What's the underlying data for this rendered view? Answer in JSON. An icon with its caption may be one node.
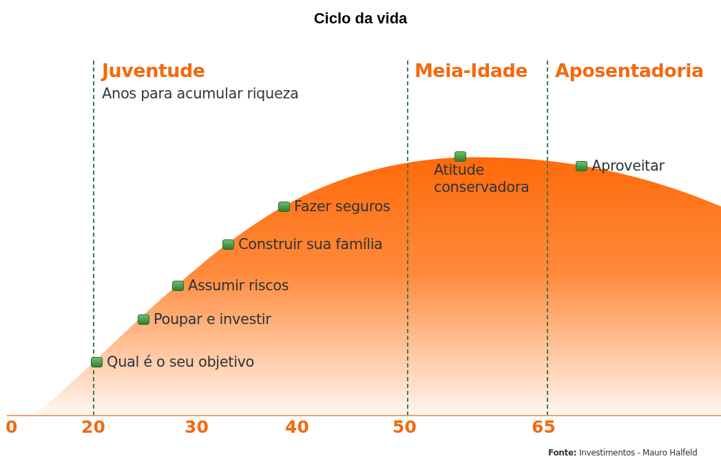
{
  "diagram": {
    "title": "Ciclo da vida",
    "labels": [
      "Juventude",
      "Anos para acumular riqueza",
      "Meia-Idade",
      "Aposentadoria",
      "Atitude conservadora",
      "Aproveitar",
      "Fazer seguros",
      "Construir sua família",
      "Assumir riscos",
      "Poupar e investir",
      "Qual é o seu objetivo",
      "0",
      "20",
      "30",
      "40",
      "50",
      "65",
      "**Fonte:** Investimentos - Mauro Halfeld"
    ]
  }
}
